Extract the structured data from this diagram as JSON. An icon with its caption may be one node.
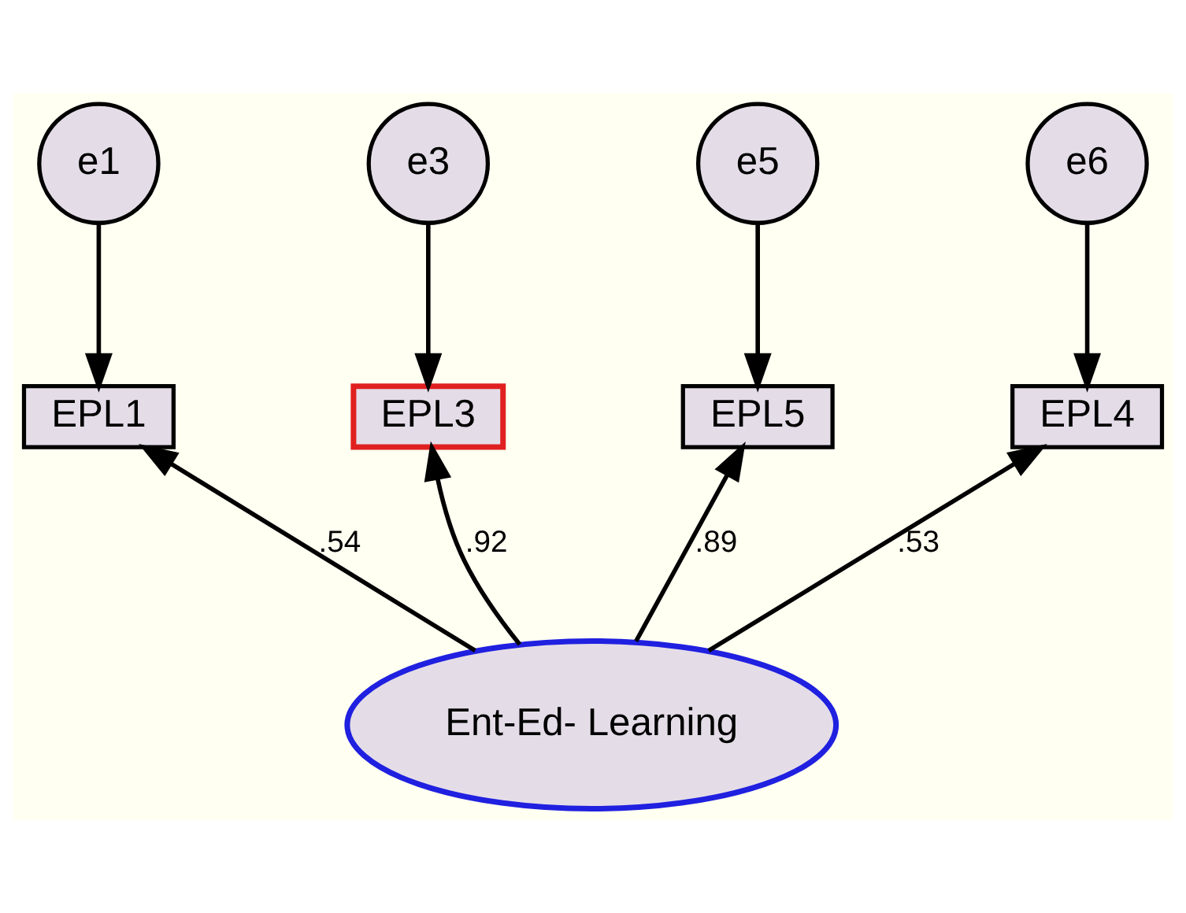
{
  "diagram": {
    "nodes": [
      {
        "text": [
          "e1"
        ]
      },
      {
        "text": [
          "e3"
        ]
      },
      {
        "text": [
          "e5"
        ]
      },
      {
        "text": [
          "e6"
        ]
      },
      {
        "text": [
          "EPL1"
        ]
      },
      {
        "text": [
          "EPL3"
        ]
      },
      {
        "text": [
          "EPL5"
        ]
      },
      {
        "text": [
          "EPL4"
        ]
      },
      {
        "text": [
          "Ent-Ed- Learning"
        ]
      }
    ],
    "edges": [
      {
        "from": 0,
        "to": 4,
        "arrow": "to"
      },
      {
        "from": 1,
        "to": 5,
        "arrow": "to"
      },
      {
        "from": 2,
        "to": 6,
        "arrow": "to"
      },
      {
        "from": 3,
        "to": 7,
        "arrow": "to"
      },
      {
        "from": 8,
        "to": 4,
        "arrow": "to",
        "label": ".54"
      },
      {
        "from": 8,
        "to": 5,
        "arrow": "to",
        "label": ".92"
      },
      {
        "from": 8,
        "to": 6,
        "arrow": "to",
        "label": ".89"
      },
      {
        "from": 8,
        "to": 7,
        "arrow": "to",
        "label": ".53"
      }
    ]
  }
}
